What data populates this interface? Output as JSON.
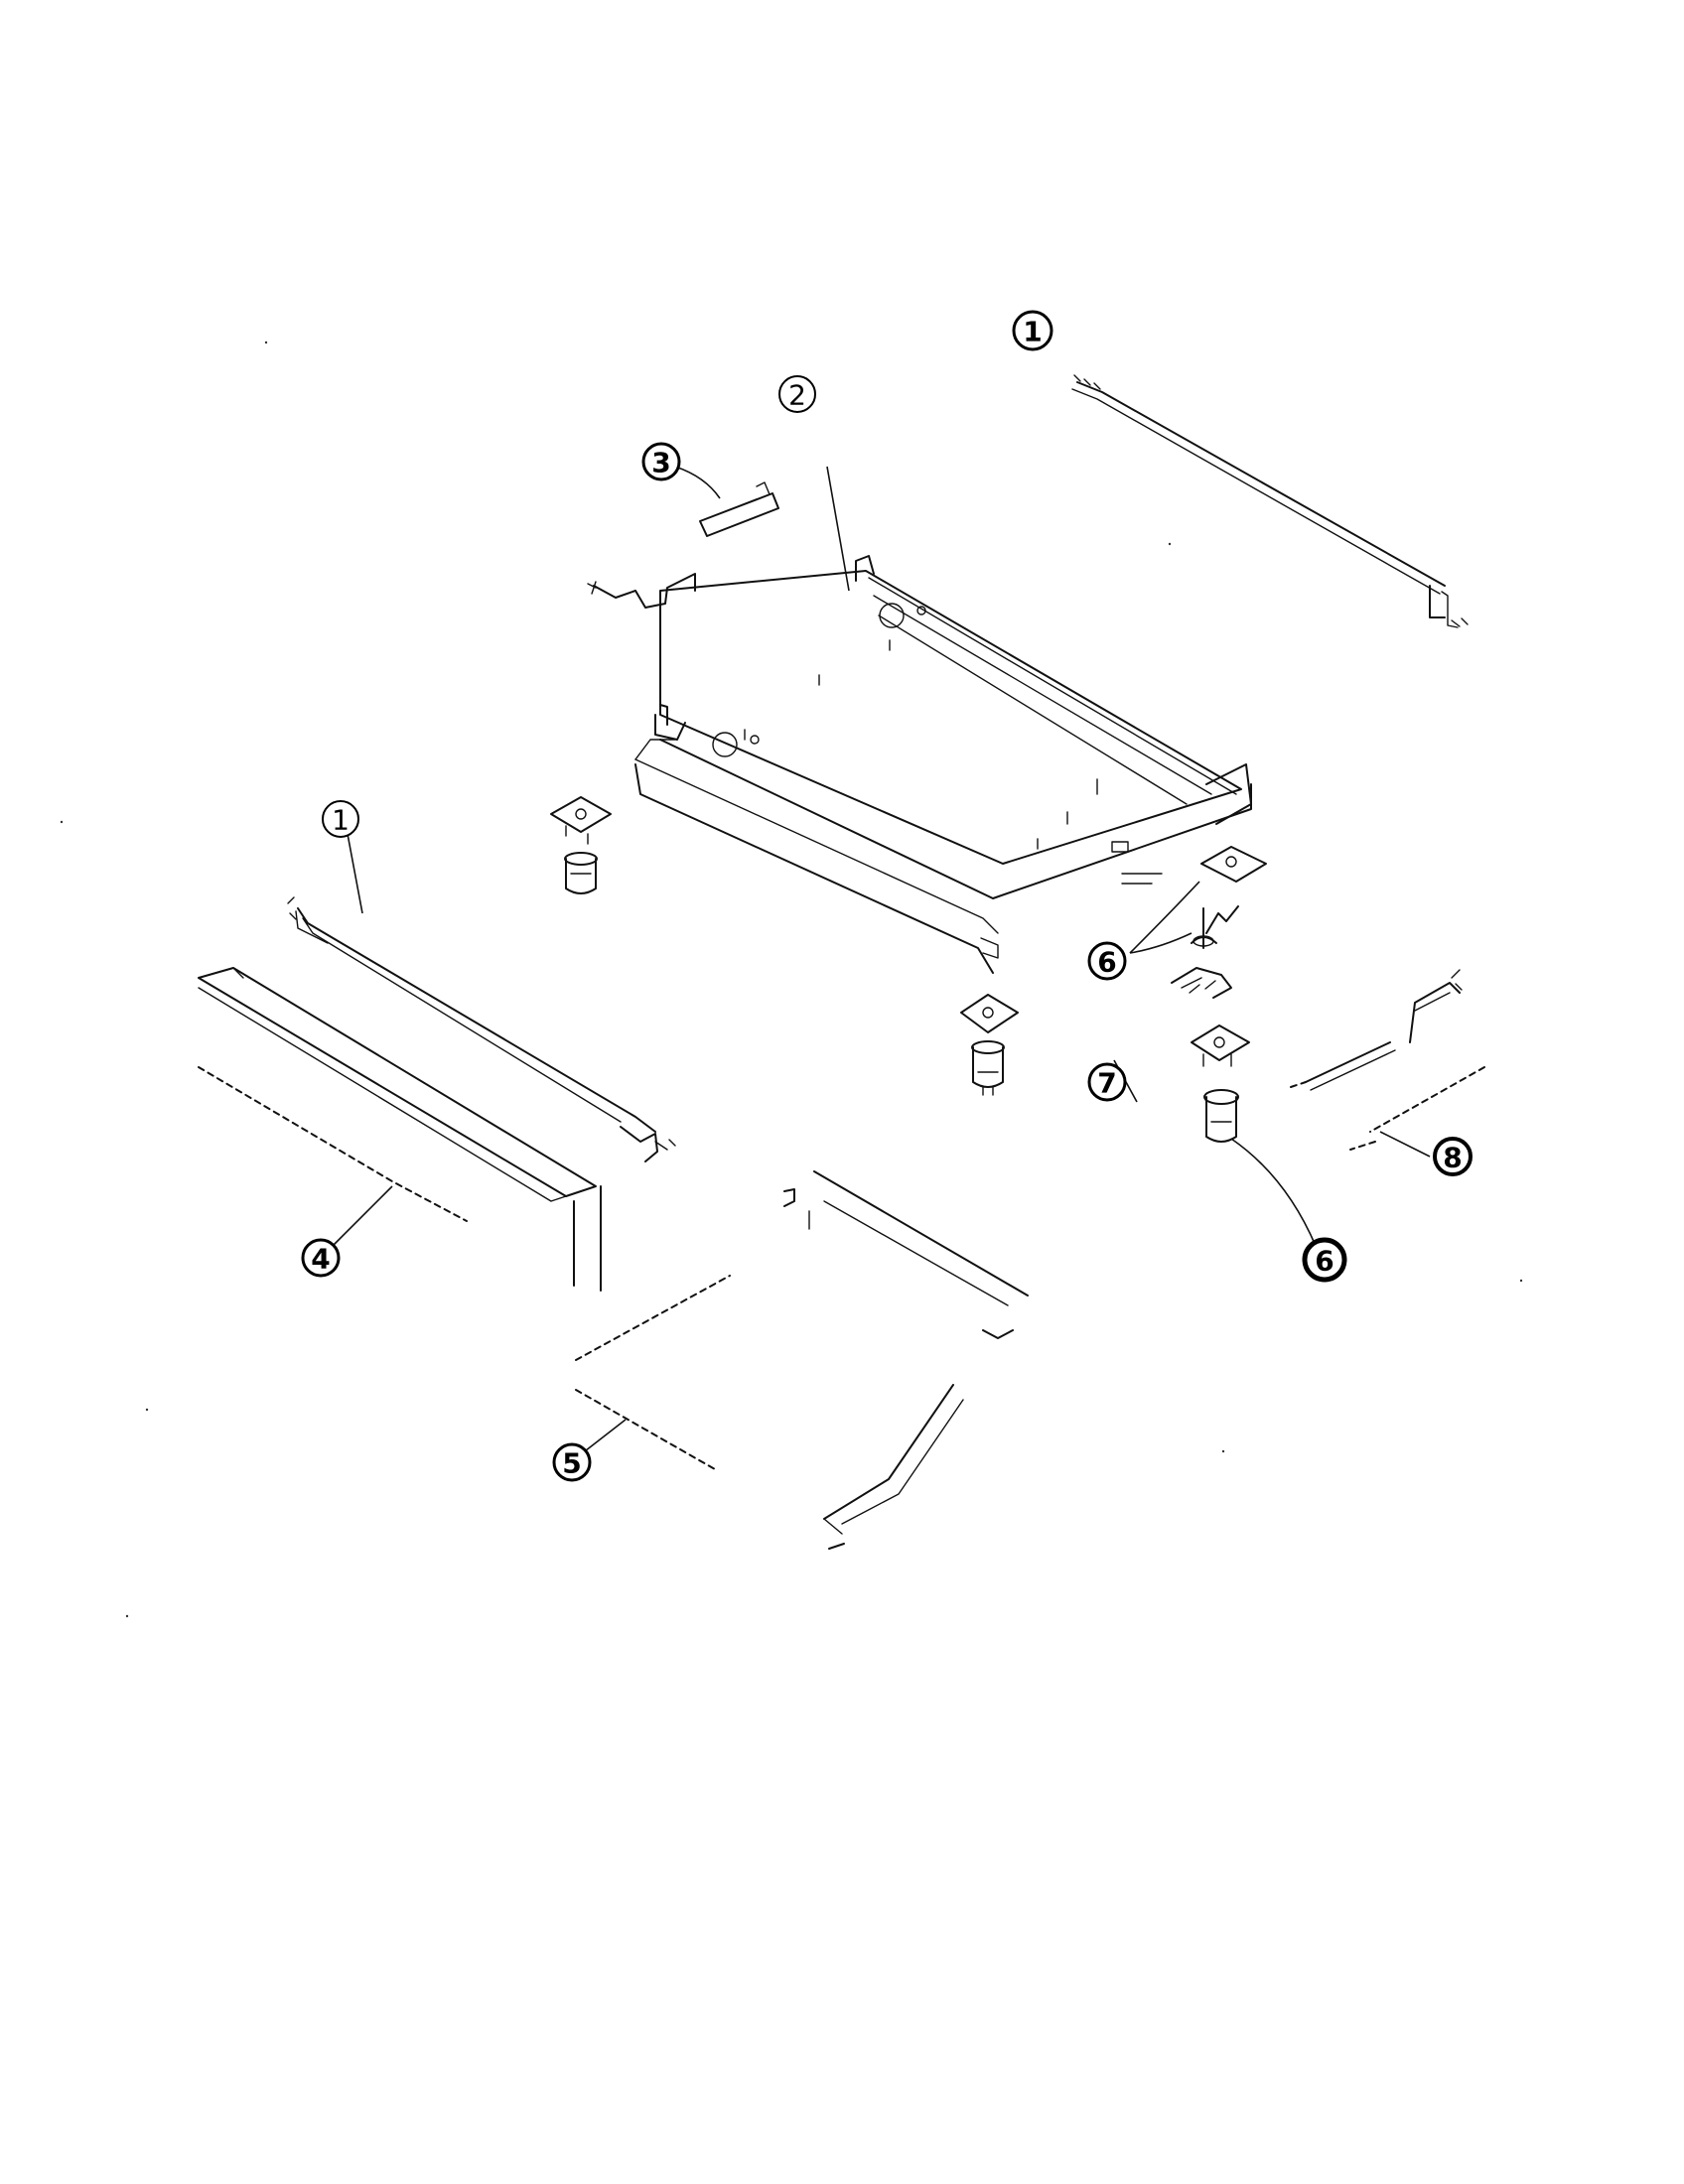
{
  "callouts": [
    {
      "id": "c1a",
      "label": "1"
    },
    {
      "id": "c2",
      "label": "2"
    },
    {
      "id": "c3",
      "label": "3"
    },
    {
      "id": "c1b",
      "label": "1"
    },
    {
      "id": "c6a",
      "label": "6"
    },
    {
      "id": "c7",
      "label": "7"
    },
    {
      "id": "c8",
      "label": "8"
    },
    {
      "id": "c4",
      "label": "4"
    },
    {
      "id": "c6b",
      "label": "6"
    },
    {
      "id": "c5",
      "label": "5"
    }
  ]
}
